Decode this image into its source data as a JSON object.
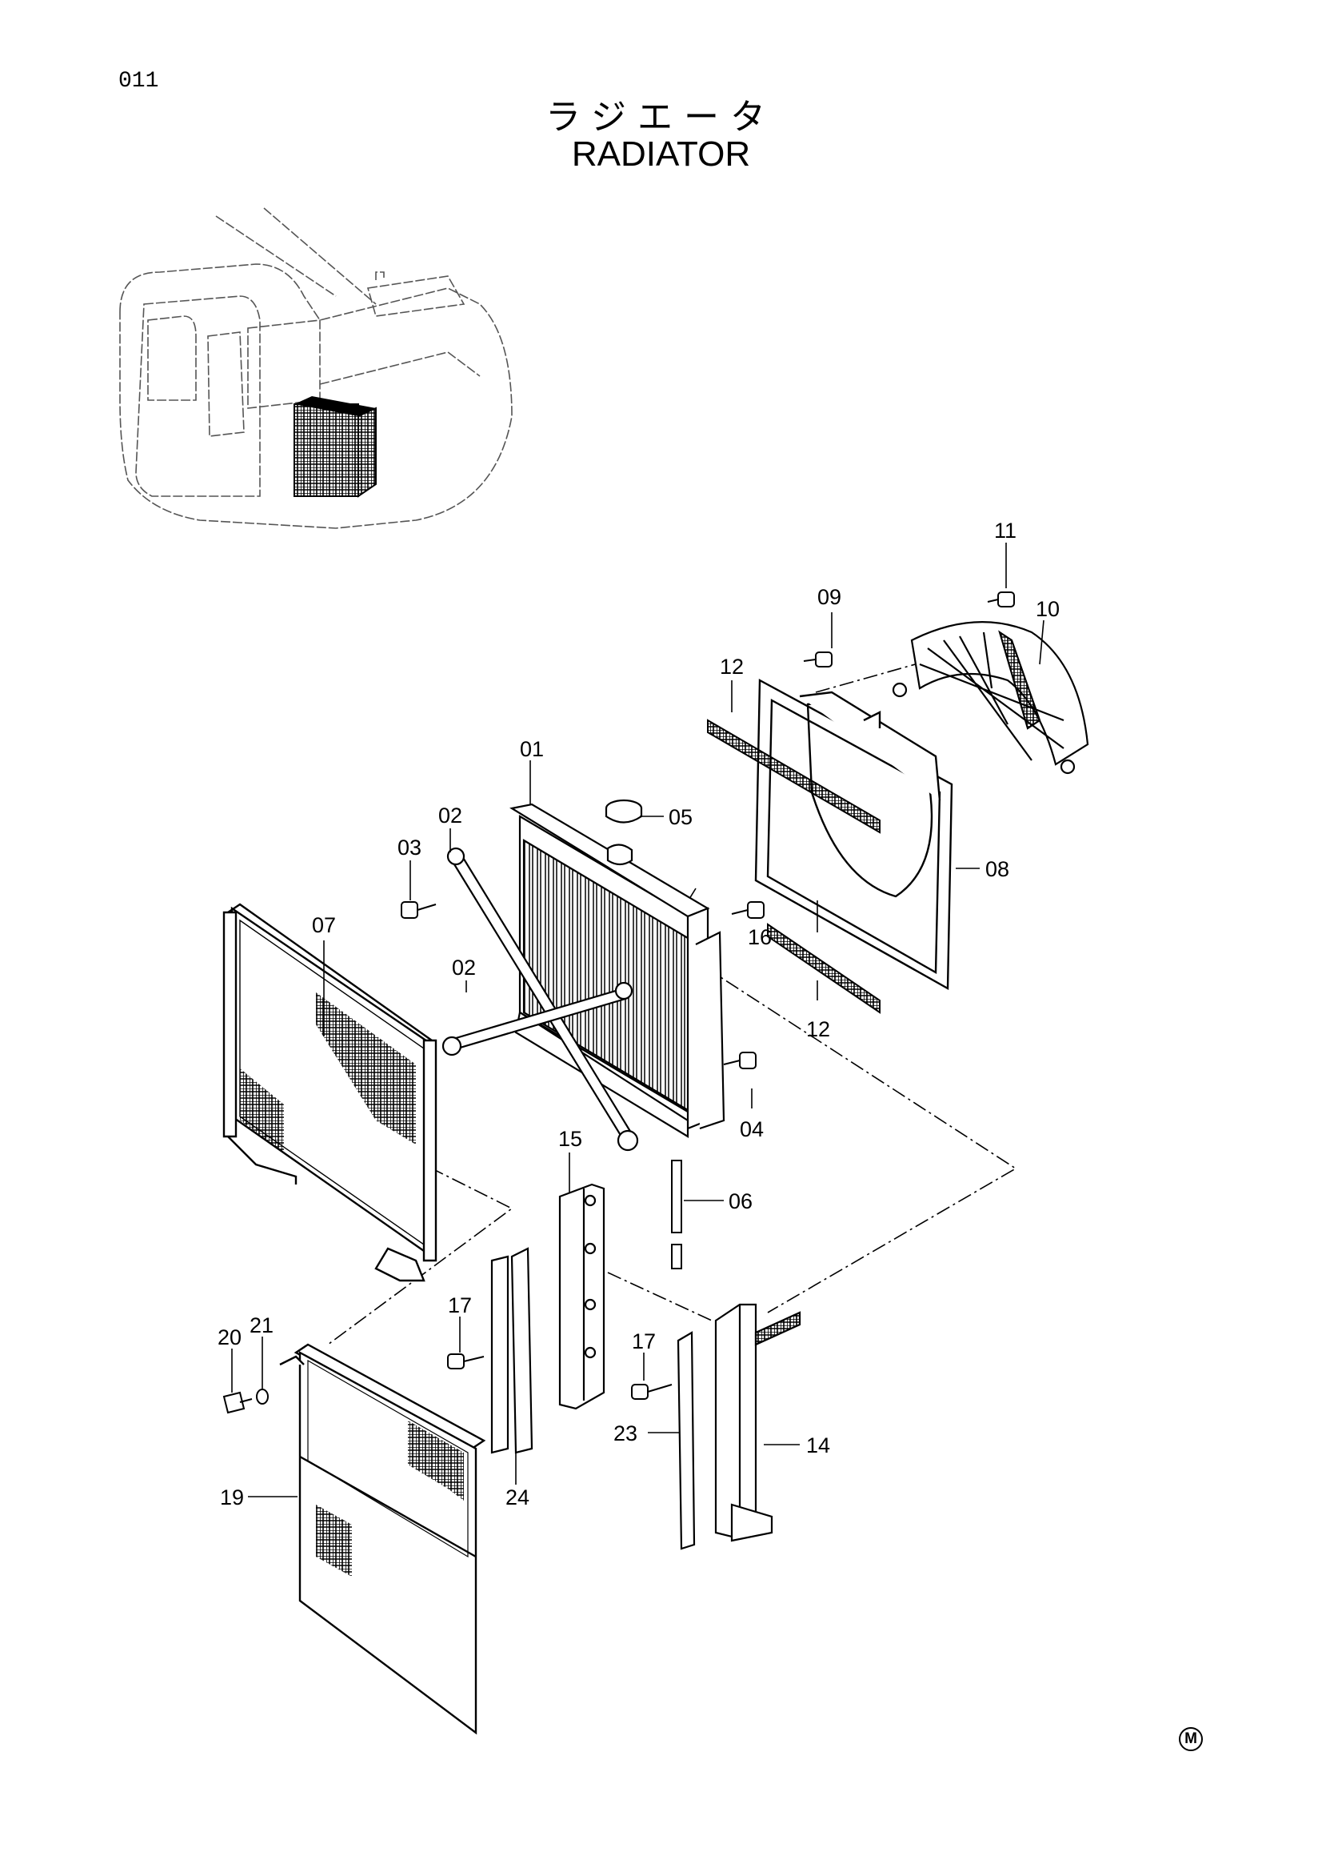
{
  "page_number": "011",
  "title_jp": "ラジエータ",
  "title_en": "RADIATOR",
  "corner_mark": "M",
  "callouts": {
    "c01": "01",
    "c02a": "02",
    "c02b": "02",
    "c03": "03",
    "c04": "04",
    "c05": "05",
    "c06": "06",
    "c07": "07",
    "c08": "08",
    "c09": "09",
    "c10": "10",
    "c11": "11",
    "c12a": "12",
    "c12b": "12",
    "c14": "14",
    "c15": "15",
    "c16": "16",
    "c17a": "17",
    "c17b": "17",
    "c19": "19",
    "c20": "20",
    "c21": "21",
    "c23": "23",
    "c24": "24"
  }
}
